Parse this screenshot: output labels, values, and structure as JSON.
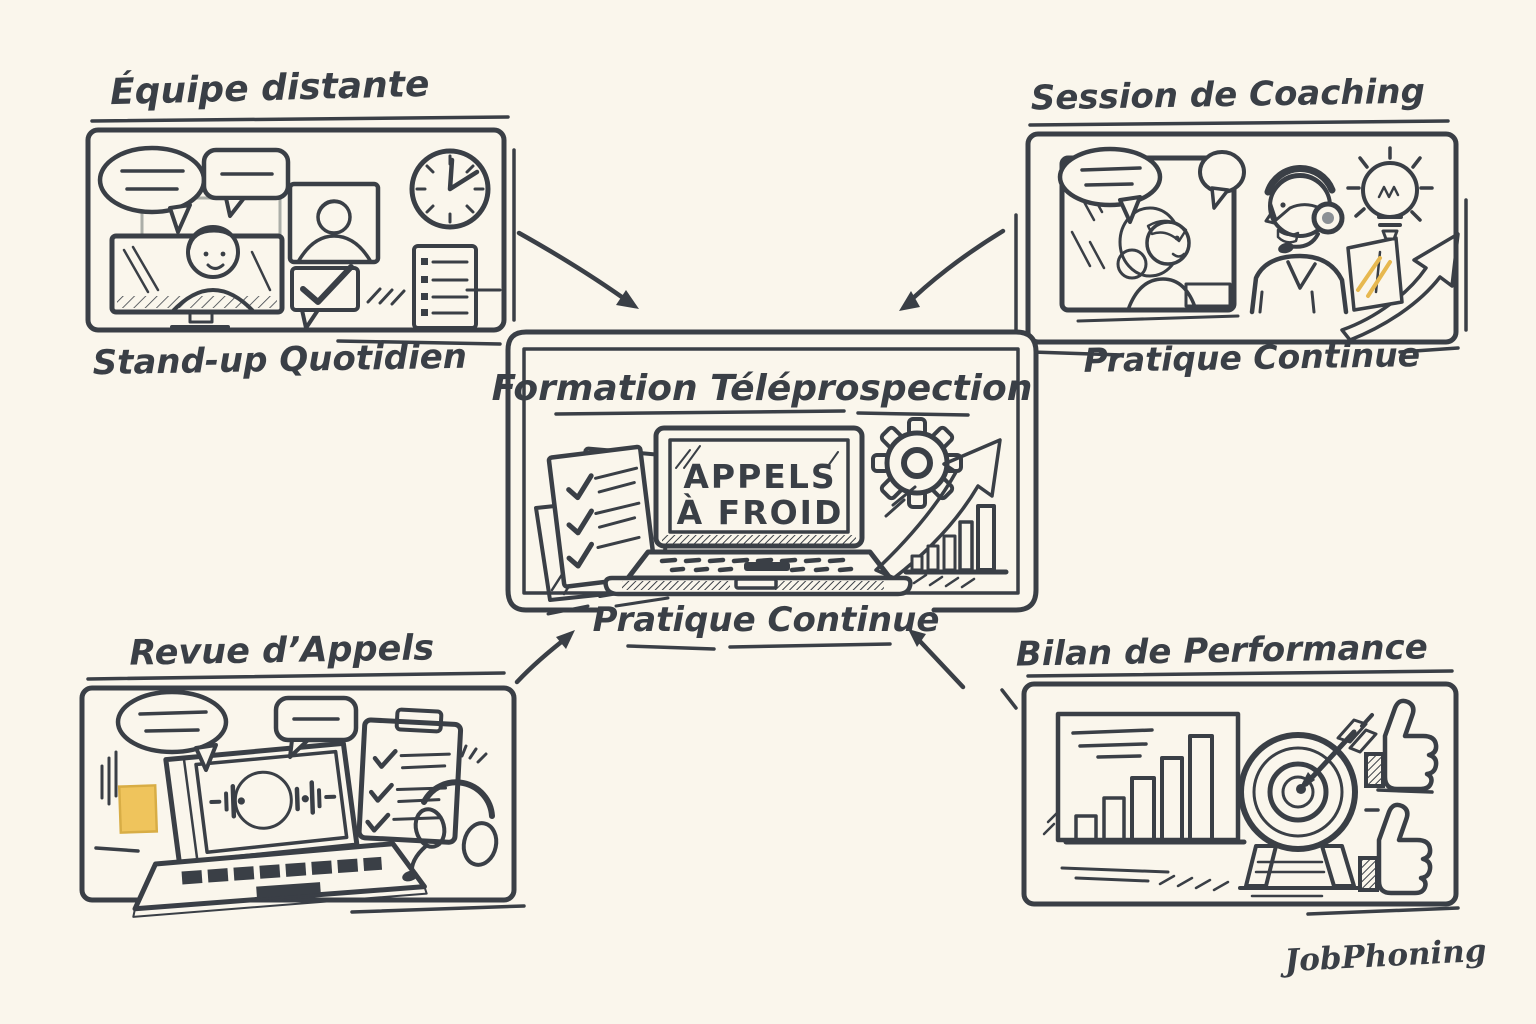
{
  "colors": {
    "background": "#faf6ec",
    "ink": "#3a3f46",
    "accent_yellow": "#efc45c",
    "accent_teal": "#9ed8ca",
    "accent_gray": "#c6c9cc"
  },
  "panels": {
    "remote_team": {
      "title": "Équipe distante",
      "caption": "Stand-up Quotidien",
      "icons": [
        "speech-bubble-icon",
        "chat-bubble-icon",
        "monitor-person-icon",
        "video-tile-person-icon",
        "clock-icon",
        "envelope-check-icon",
        "notes-list-icon"
      ]
    },
    "coaching": {
      "title": "Session de Coaching",
      "caption": "Pratique Continue",
      "icons": [
        "speech-bubble-icon",
        "chat-bubble-icon",
        "video-tile-woman-icon",
        "coach-headset-person-icon",
        "lightbulb-icon",
        "growth-arrow-icon"
      ]
    },
    "formation": {
      "title": "Formation Téléprospection",
      "screen_line1": "APPELS",
      "screen_line2": "À FROID",
      "caption": "Pratique Continue",
      "icons": [
        "checklist-document-icon",
        "folder-icon",
        "laptop-icon",
        "gear-icon",
        "growth-arrow-icon",
        "bar-chart-icon"
      ]
    },
    "call_review": {
      "title": "Revue d’Appels",
      "icons": [
        "speech-bubble-icon",
        "chat-bubble-icon",
        "audio-player-laptop-icon",
        "play-button-icon",
        "waveform-icon",
        "clipboard-checklist-icon",
        "headset-mic-icon",
        "sticky-note-icon"
      ]
    },
    "performance": {
      "title": "Bilan de Performance",
      "icons": [
        "bar-chart-board-icon",
        "target-dart-icon",
        "thumbs-up-icon",
        "thumbs-up-icon"
      ]
    }
  },
  "logo": {
    "text": "JobPhoning"
  }
}
